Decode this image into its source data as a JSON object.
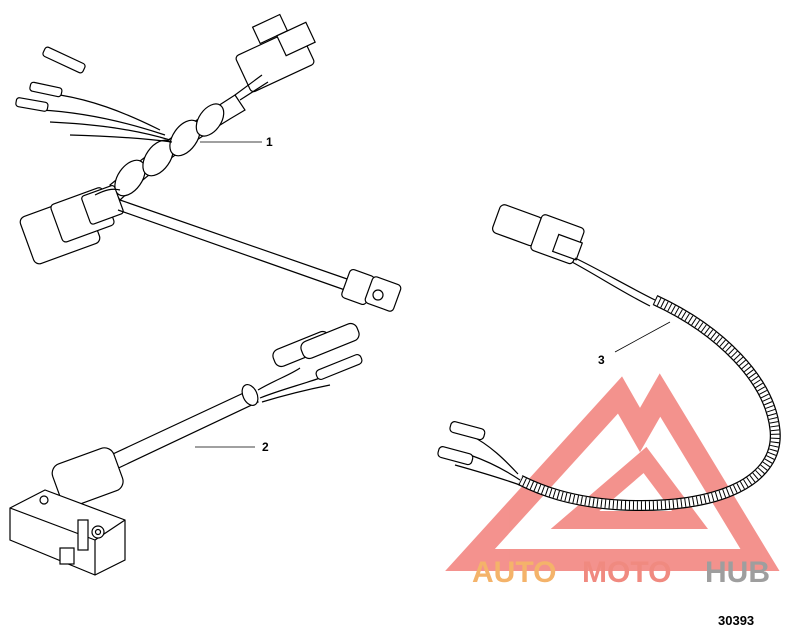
{
  "callouts": {
    "c1": "1",
    "c2": "2",
    "c3": "3"
  },
  "figure_number": "30393",
  "watermark": {
    "part_a": "AUTO",
    "part_b": "MOTO",
    "part_c": "HUB",
    "color_a": "#f4b36a",
    "color_b": "#f08a80",
    "color_c": "#9e9e9e",
    "logo_color": "#f27f7a"
  },
  "line_color": "#000000",
  "icons": [
    "wiring-harness",
    "speed-sensor",
    "connector-lead"
  ]
}
